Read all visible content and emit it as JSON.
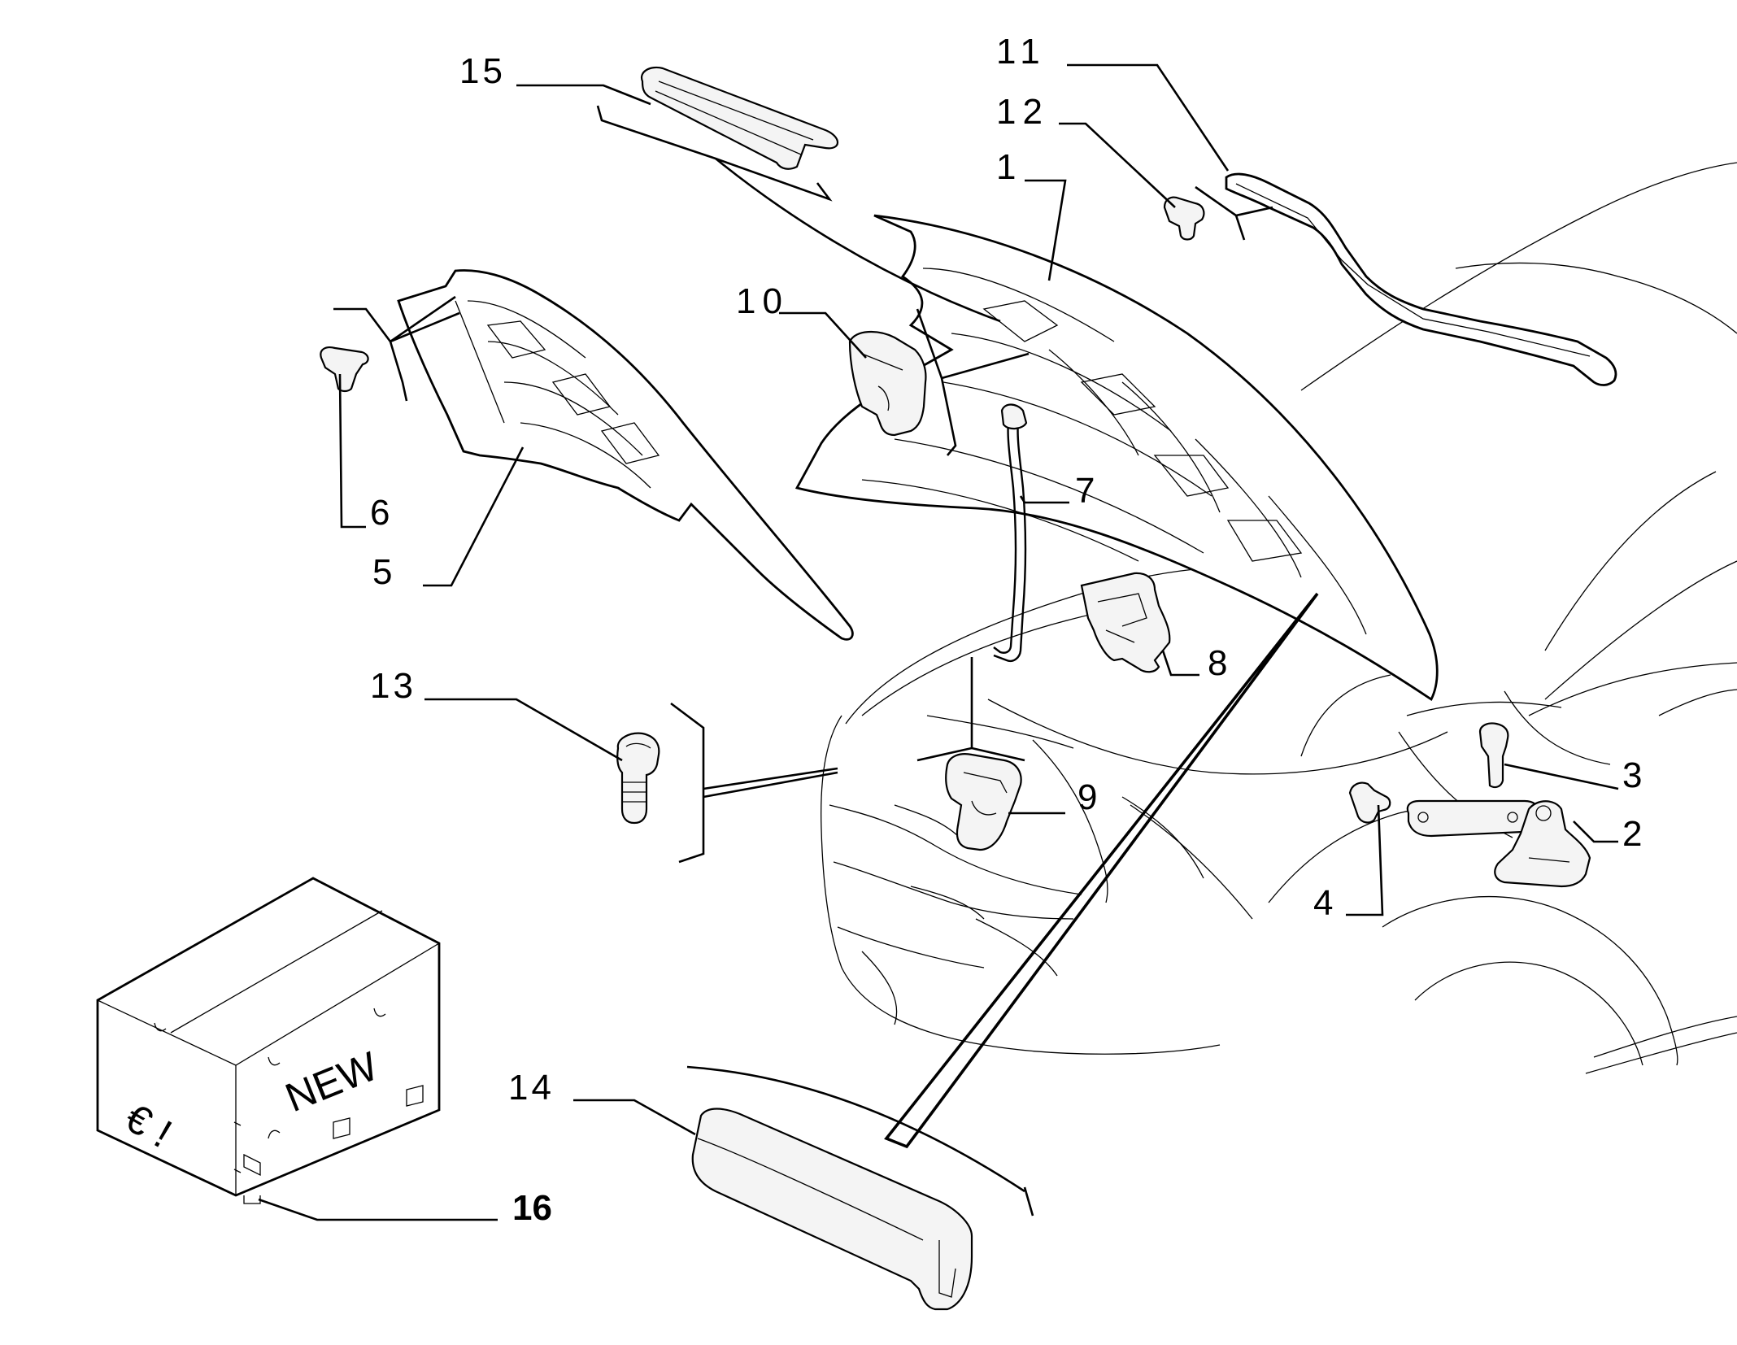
{
  "callouts": {
    "c1": "1",
    "c2": "2",
    "c3": "3",
    "c4": "4",
    "c5": "5",
    "c6": "6",
    "c7": "7",
    "c8": "8",
    "c9": "9",
    "c10": "10",
    "c11": "11",
    "c12": "12",
    "c13": "13",
    "c14": "14",
    "c15": "15",
    "c16": "16"
  },
  "box": {
    "new_label": "NEW",
    "euro_label": "€ !"
  },
  "colors": {
    "line": "#000000",
    "background": "#ffffff"
  }
}
